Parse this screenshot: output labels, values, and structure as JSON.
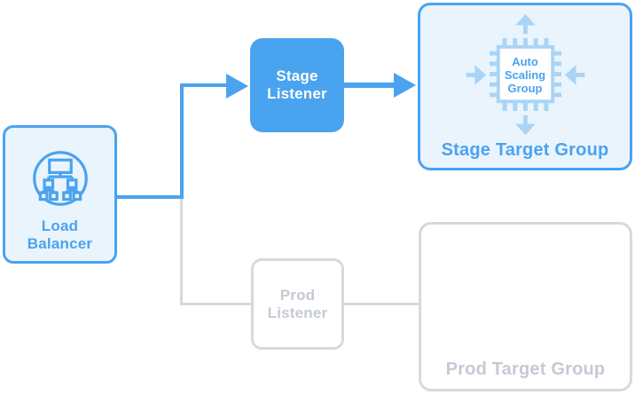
{
  "diagram": {
    "nodes": {
      "load_balancer": {
        "label": "Load Balancer",
        "icon": "load-balancer-icon"
      },
      "stage_listener": {
        "label": "Stage Listener"
      },
      "prod_listener": {
        "label": "Prod Listener"
      },
      "stage_target_group": {
        "label": "Stage Target Group",
        "chip_label": "Auto Scaling Group",
        "icon": "auto-scaling-group-chip-icon"
      },
      "prod_target_group": {
        "label": "Prod Target Group"
      }
    },
    "edges": [
      {
        "from": "load_balancer",
        "to": "stage_listener",
        "style": "blue-arrow"
      },
      {
        "from": "stage_listener",
        "to": "stage_target_group",
        "style": "blue-arrow"
      },
      {
        "from": "load_balancer",
        "to": "prod_listener",
        "style": "gray-line"
      },
      {
        "from": "prod_listener",
        "to": "prod_target_group",
        "style": "gray-line"
      }
    ],
    "colors": {
      "active_blue": "#4AA3EF",
      "active_fill": "#EAF4FD",
      "pale_blue": "#A9D4F5",
      "inactive_border": "#D5D9DF",
      "inactive_text": "#C4CAD3",
      "white": "#FFFFFF"
    }
  }
}
